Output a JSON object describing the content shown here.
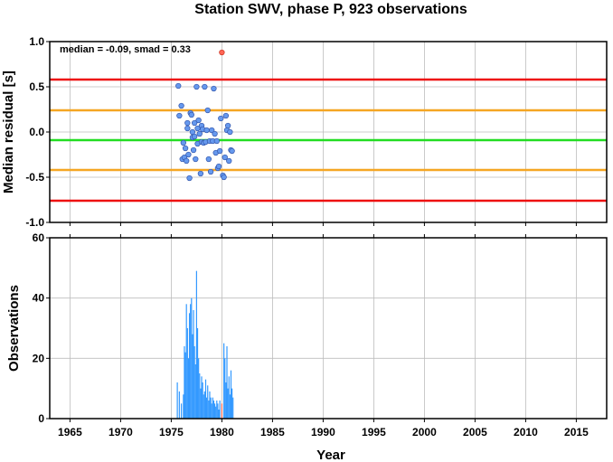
{
  "chart_data": [
    {
      "type": "scatter",
      "panel": "residuals",
      "title": "Station SWV, phase P, 923 observations",
      "ylabel": "Median residual [s]",
      "xlim": [
        1963,
        2018
      ],
      "ylim": [
        -1.0,
        1.0
      ],
      "yticks": [
        "-1.0",
        "-0.5",
        "0.0",
        "0.5",
        "1.0"
      ],
      "annotation": "median = -0.09, smad = 0.33",
      "grid": true,
      "hlines": [
        {
          "y": -0.09,
          "color": "#22dd22"
        },
        {
          "y": 0.24,
          "color": "#f5a623"
        },
        {
          "y": -0.42,
          "color": "#f5a623"
        },
        {
          "y": 0.58,
          "color": "#ee1111"
        },
        {
          "y": -0.76,
          "color": "#ee1111"
        }
      ],
      "point_color": "#6699ee",
      "outlier_color": "#ff6655",
      "points": [
        {
          "x": 1975.7,
          "y": 0.51
        },
        {
          "x": 1975.8,
          "y": 0.18
        },
        {
          "x": 1976.0,
          "y": 0.29
        },
        {
          "x": 1976.2,
          "y": -0.12
        },
        {
          "x": 1976.1,
          "y": -0.3
        },
        {
          "x": 1976.3,
          "y": -0.28
        },
        {
          "x": 1976.4,
          "y": -0.18
        },
        {
          "x": 1976.5,
          "y": -0.32
        },
        {
          "x": 1976.6,
          "y": 0.04
        },
        {
          "x": 1976.6,
          "y": 0.1
        },
        {
          "x": 1976.7,
          "y": -0.25
        },
        {
          "x": 1976.8,
          "y": -0.51
        },
        {
          "x": 1976.9,
          "y": 0.21
        },
        {
          "x": 1977.0,
          "y": 0.19
        },
        {
          "x": 1977.1,
          "y": -0.06
        },
        {
          "x": 1977.1,
          "y": 0.0
        },
        {
          "x": 1977.2,
          "y": -0.2
        },
        {
          "x": 1977.3,
          "y": 0.1
        },
        {
          "x": 1977.3,
          "y": -0.05
        },
        {
          "x": 1977.4,
          "y": -0.3
        },
        {
          "x": 1977.5,
          "y": 0.5
        },
        {
          "x": 1977.6,
          "y": 0.04
        },
        {
          "x": 1977.6,
          "y": -0.13
        },
        {
          "x": 1977.7,
          "y": 0.13
        },
        {
          "x": 1977.8,
          "y": -0.02
        },
        {
          "x": 1977.9,
          "y": -0.46
        },
        {
          "x": 1978.0,
          "y": 0.07
        },
        {
          "x": 1978.0,
          "y": -0.11
        },
        {
          "x": 1978.1,
          "y": 0.03
        },
        {
          "x": 1978.2,
          "y": -0.12
        },
        {
          "x": 1978.3,
          "y": 0.5
        },
        {
          "x": 1978.4,
          "y": -0.11
        },
        {
          "x": 1978.5,
          "y": 0.02
        },
        {
          "x": 1978.6,
          "y": 0.24
        },
        {
          "x": 1978.7,
          "y": -0.3
        },
        {
          "x": 1978.8,
          "y": -0.1
        },
        {
          "x": 1978.9,
          "y": -0.44
        },
        {
          "x": 1979.0,
          "y": 0.02
        },
        {
          "x": 1979.1,
          "y": -0.1
        },
        {
          "x": 1979.2,
          "y": 0.48
        },
        {
          "x": 1979.3,
          "y": -0.02
        },
        {
          "x": 1979.4,
          "y": -0.23
        },
        {
          "x": 1979.5,
          "y": -0.1
        },
        {
          "x": 1979.6,
          "y": -0.4
        },
        {
          "x": 1979.7,
          "y": -0.38
        },
        {
          "x": 1979.8,
          "y": -0.21
        },
        {
          "x": 1979.9,
          "y": 0.15
        },
        {
          "x": 1980.1,
          "y": -0.48
        },
        {
          "x": 1980.2,
          "y": -0.5
        },
        {
          "x": 1980.3,
          "y": -0.28
        },
        {
          "x": 1980.4,
          "y": 0.18
        },
        {
          "x": 1980.5,
          "y": 0.02
        },
        {
          "x": 1980.6,
          "y": 0.07
        },
        {
          "x": 1980.7,
          "y": -0.32
        },
        {
          "x": 1980.8,
          "y": 0.0
        },
        {
          "x": 1980.9,
          "y": -0.2
        },
        {
          "x": 1981.0,
          "y": -0.21
        }
      ],
      "outliers": [
        {
          "x": 1980.0,
          "y": 0.88
        }
      ]
    },
    {
      "type": "bar",
      "panel": "observations",
      "ylabel": "Observations",
      "xlabel": "Year",
      "xlim": [
        1963,
        2018
      ],
      "ylim": [
        0,
        60
      ],
      "yticks": [
        "0",
        "20",
        "40",
        "60"
      ],
      "xticks": [
        "1965",
        "1970",
        "1975",
        "1980",
        "1985",
        "1990",
        "1995",
        "2000",
        "2005",
        "2010",
        "2015"
      ],
      "grid": true,
      "bar_color": "#3399ff",
      "highlight_color": "#ff6655",
      "bars": [
        {
          "x": 1975.6,
          "y": 12
        },
        {
          "x": 1975.8,
          "y": 9
        },
        {
          "x": 1976.0,
          "y": 5
        },
        {
          "x": 1976.2,
          "y": 8
        },
        {
          "x": 1976.3,
          "y": 24
        },
        {
          "x": 1976.4,
          "y": 22
        },
        {
          "x": 1976.5,
          "y": 38
        },
        {
          "x": 1976.6,
          "y": 30
        },
        {
          "x": 1976.7,
          "y": 20
        },
        {
          "x": 1976.8,
          "y": 35
        },
        {
          "x": 1976.9,
          "y": 38
        },
        {
          "x": 1977.0,
          "y": 40
        },
        {
          "x": 1977.1,
          "y": 28
        },
        {
          "x": 1977.2,
          "y": 36
        },
        {
          "x": 1977.3,
          "y": 24
        },
        {
          "x": 1977.4,
          "y": 18
        },
        {
          "x": 1977.5,
          "y": 49
        },
        {
          "x": 1977.6,
          "y": 30
        },
        {
          "x": 1977.7,
          "y": 20
        },
        {
          "x": 1977.8,
          "y": 15
        },
        {
          "x": 1977.9,
          "y": 10
        },
        {
          "x": 1978.0,
          "y": 14
        },
        {
          "x": 1978.1,
          "y": 12
        },
        {
          "x": 1978.2,
          "y": 8
        },
        {
          "x": 1978.3,
          "y": 9
        },
        {
          "x": 1978.4,
          "y": 13
        },
        {
          "x": 1978.5,
          "y": 7
        },
        {
          "x": 1978.6,
          "y": 11
        },
        {
          "x": 1978.7,
          "y": 6
        },
        {
          "x": 1978.8,
          "y": 9
        },
        {
          "x": 1978.9,
          "y": 7
        },
        {
          "x": 1979.0,
          "y": 5
        },
        {
          "x": 1979.1,
          "y": 7
        },
        {
          "x": 1979.2,
          "y": 6
        },
        {
          "x": 1979.3,
          "y": 5
        },
        {
          "x": 1979.4,
          "y": 4
        },
        {
          "x": 1979.5,
          "y": 6
        },
        {
          "x": 1979.6,
          "y": 5
        },
        {
          "x": 1979.7,
          "y": 3
        },
        {
          "x": 1979.8,
          "y": 6
        },
        {
          "x": 1980.0,
          "y": 5,
          "highlight": true
        },
        {
          "x": 1980.2,
          "y": 25
        },
        {
          "x": 1980.3,
          "y": 20
        },
        {
          "x": 1980.4,
          "y": 12
        },
        {
          "x": 1980.5,
          "y": 24
        },
        {
          "x": 1980.6,
          "y": 10
        },
        {
          "x": 1980.7,
          "y": 14
        },
        {
          "x": 1980.8,
          "y": 8
        },
        {
          "x": 1980.9,
          "y": 16
        },
        {
          "x": 1981.0,
          "y": 10
        },
        {
          "x": 1981.1,
          "y": 7
        }
      ]
    }
  ]
}
